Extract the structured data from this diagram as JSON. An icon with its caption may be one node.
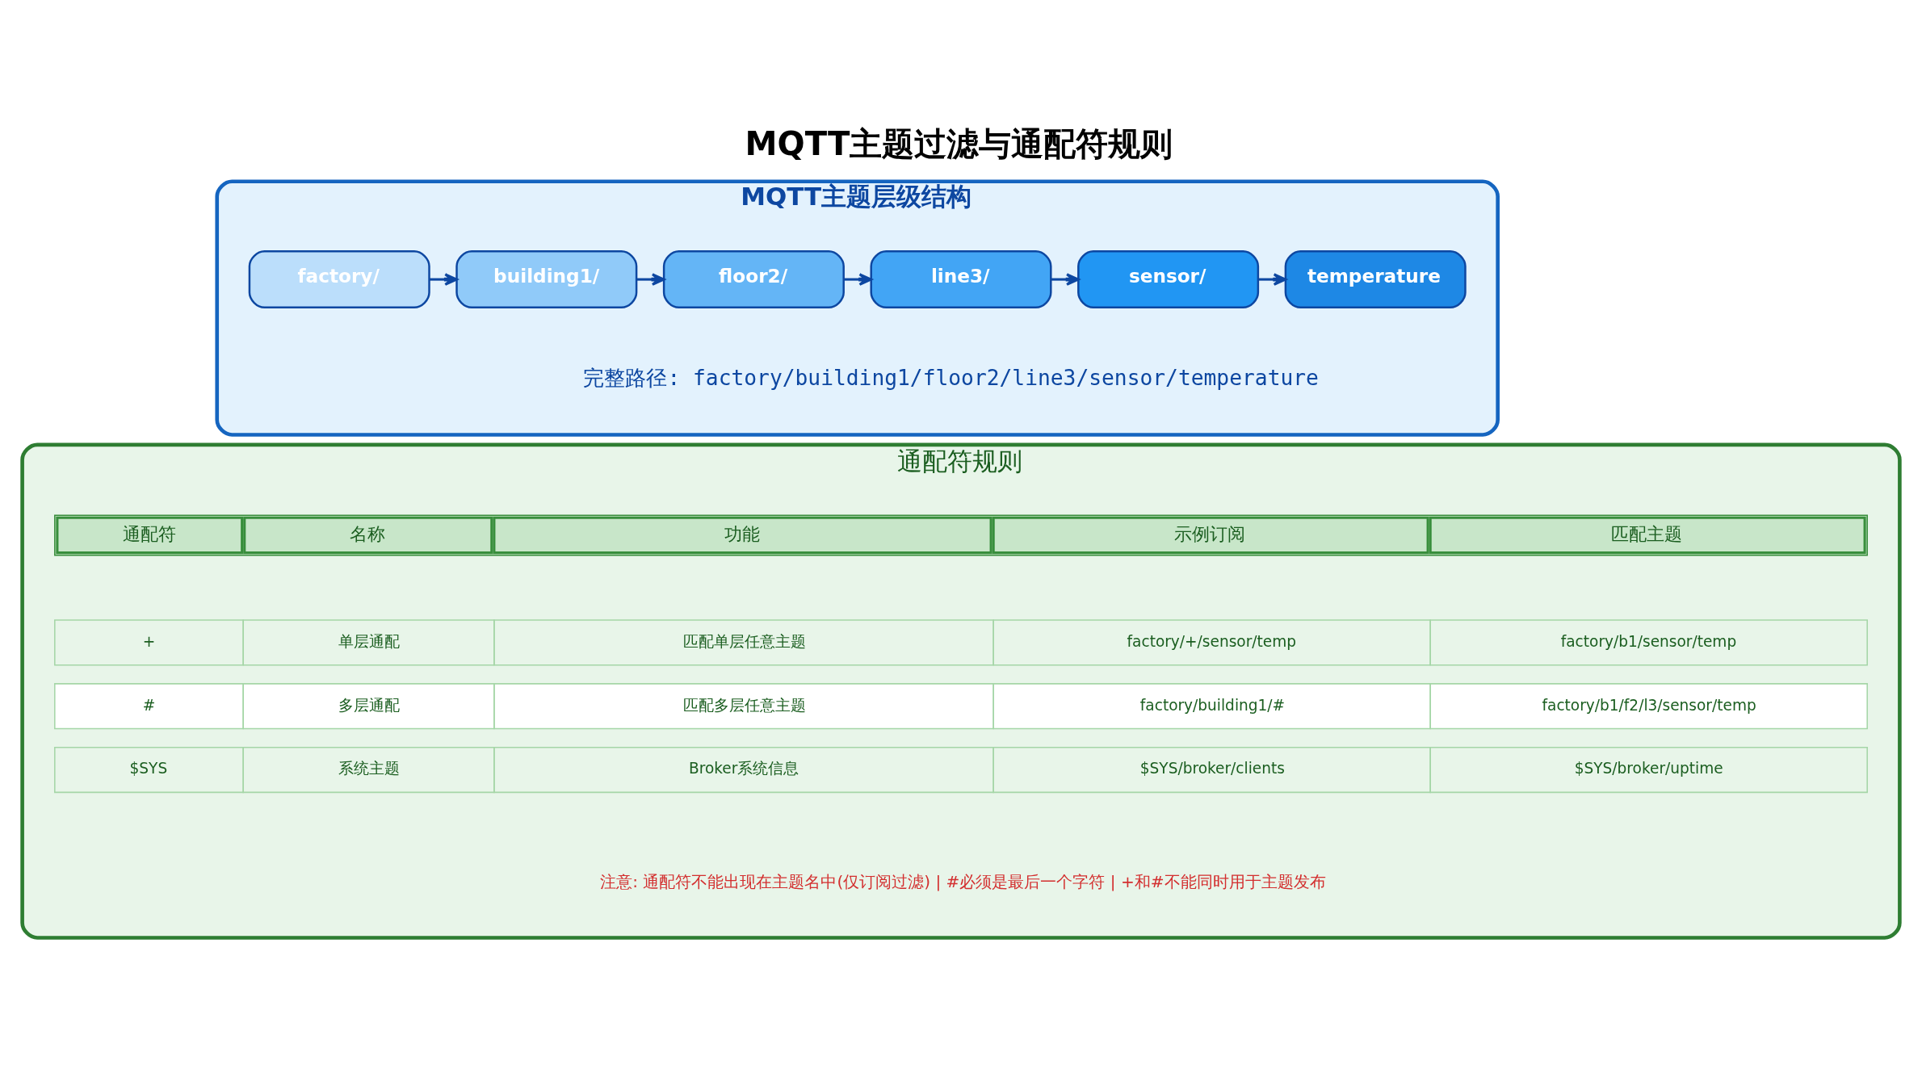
{
  "diagram": {
    "title": "MQTT主题过滤与通配符规则",
    "nodes": [
      {
        "text": [
          "MQTT主题层级结构"
        ]
      },
      {
        "text": [
          "factory/"
        ],
        "in": 0
      },
      {
        "text": [
          "building1/"
        ],
        "in": 0
      },
      {
        "text": [
          "floor2/"
        ],
        "in": 0
      },
      {
        "text": [
          "line3/"
        ],
        "in": 0
      },
      {
        "text": [
          "sensor/"
        ],
        "in": 0
      },
      {
        "text": [
          "temperature"
        ],
        "in": 0
      },
      {
        "text": [
          "通配符规则"
        ]
      }
    ],
    "edges": [
      {
        "from": 1,
        "to": 2,
        "arrow": "to"
      },
      {
        "from": 2,
        "to": 3,
        "arrow": "to"
      },
      {
        "from": 3,
        "to": 4,
        "arrow": "to"
      },
      {
        "from": 4,
        "to": 5,
        "arrow": "to"
      },
      {
        "from": 5,
        "to": 6,
        "arrow": "to"
      }
    ],
    "labels": [
      "完整路径: factory/building1/floor2/line3/sensor/temperature",
      "通配符",
      "名称",
      "功能",
      "示例订阅",
      "匹配主题",
      "+",
      "单层通配",
      "匹配单层任意主题",
      "factory/+/sensor/temp",
      "factory/b1/sensor/temp",
      "#",
      "多层通配",
      "匹配多层任意主题",
      "factory/building1/#",
      "factory/b1/f2/l3/sensor/temp",
      "$SYS",
      "系统主题",
      "Broker系统信息",
      "$SYS/broker/clients",
      "$SYS/broker/uptime",
      "注意: 通配符不能出现在主题名中(仅订阅过滤) | #必须是最后一个字符 | +和#不能同时用于主题发布"
    ]
  }
}
